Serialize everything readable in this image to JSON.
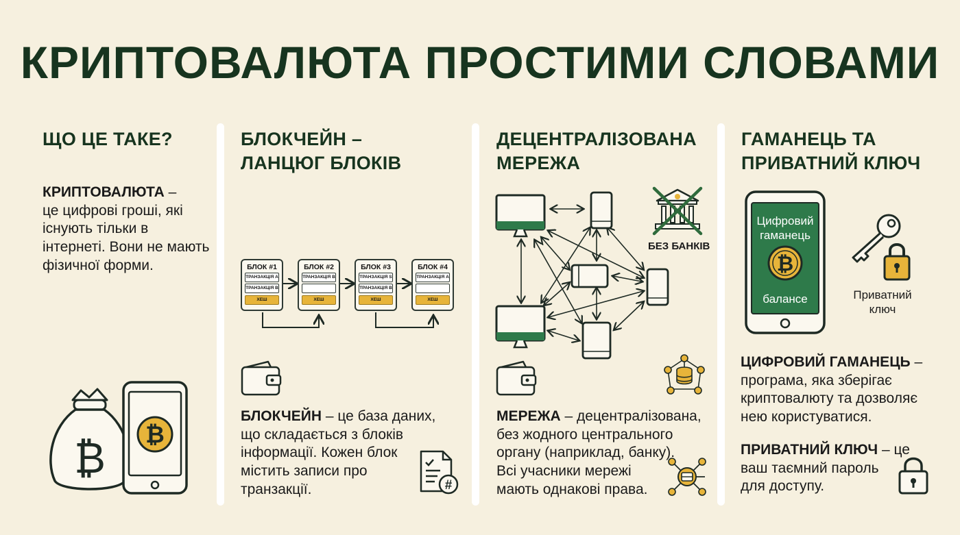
{
  "title": "КРИПТОВАЛЮТА ПРОСТИМИ СЛОВАМИ",
  "col1": {
    "heading": "ЩО ЦЕ ТАКЕ?",
    "term": "КРИПТОВАЛЮТА",
    "text_lines": [
      " –",
      "це цифрові гроші, які",
      "існують тільки в",
      "інтернеті. Вони не мають",
      "фізичної форми."
    ],
    "icons": [
      "money-bag-icon",
      "phone-bitcoin-icon"
    ]
  },
  "col2": {
    "heading_lines": [
      "БЛОКЧЕЙН –",
      "ЛАНЦЮГ БЛОКІВ"
    ],
    "blocks": [
      {
        "title": "БЛОК #1",
        "rows": [
          "ТРАНЗАКЦІЯ A",
          "ТРАНЗАКЦІЯ B"
        ],
        "hash": "ХЕШ"
      },
      {
        "title": "БЛОК #2",
        "rows": [
          "ТРАНЗАКЦІЯ B",
          ""
        ],
        "hash": "ХЕШ"
      },
      {
        "title": "БЛОК #3",
        "rows": [
          "ТРАНЗАКЦІЯ S",
          "ТРАНЗАКЦІЯ B"
        ],
        "hash": "ХЕШ"
      },
      {
        "title": "БЛОК #4",
        "rows": [
          "ТРАНЗАКЦІЯ A",
          ""
        ],
        "hash": "ХЕШ"
      }
    ],
    "term": "БЛОКЧЕЙН",
    "text_lines": [
      " – це база даних,",
      "що складається з блоків",
      "інформації. Кожен блок",
      "містить записи про",
      "транзакції."
    ]
  },
  "col3": {
    "heading_lines": [
      "ДЕЦЕНТРАЛІЗОВАНА",
      "МЕРЕЖА"
    ],
    "no_banks_label": "БЕЗ БАНКІВ",
    "term": "МЕРЕЖА",
    "text_lines": [
      " – децентралізована,",
      "без жодного центрального",
      "органу (наприклад, банку).",
      "Всі учасники мережі",
      "мають однакові права."
    ]
  },
  "col4": {
    "heading_lines": [
      "ГАМАНЕЦЬ ТА",
      "ПРИВАТНИЙ КЛЮЧ"
    ],
    "phone_lines": [
      "Цифровий",
      "гаманець"
    ],
    "phone_balance": "балансе",
    "key_label_lines": [
      "Приватний",
      "ключ"
    ],
    "wallet_term": "ЦИФРОВИЙ ГАМАНЕЦЬ",
    "wallet_lines": [
      " –",
      "програма, яка зберігає",
      "криптовалюту та дозволяє",
      "нею користуватися."
    ],
    "key_term": "ПРИВАТНИЙ КЛЮЧ",
    "key_lines": [
      " – це",
      "ваш таємний пароль",
      "для доступу."
    ]
  },
  "colors": {
    "dark_green": "#17341f",
    "screen_green": "#2e7a4a",
    "gold": "#e7b43a",
    "red_cross": "#2f6b3c",
    "background": "#f6f0df"
  }
}
